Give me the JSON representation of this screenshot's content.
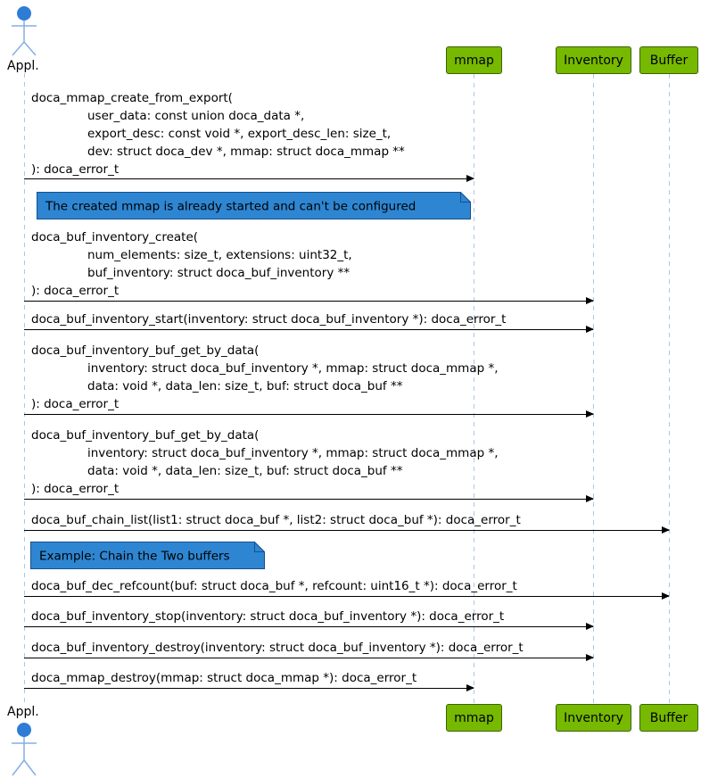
{
  "diagram_type": "uml-sequence-diagram",
  "actor": {
    "label": "Appl."
  },
  "participants": [
    {
      "label": "mmap"
    },
    {
      "label": "Inventory"
    },
    {
      "label": "Buffer"
    }
  ],
  "notes": [
    {
      "text": "The created mmap is already started and can't be configured"
    },
    {
      "text": "Example: Chain the Two buffers"
    }
  ],
  "messages": [
    {
      "from": "Appl.",
      "to": "mmap",
      "lines": [
        "doca_mmap_create_from_export(",
        "user_data: const union doca_data *,",
        "export_desc: const void *, export_desc_len: size_t,",
        "dev: struct doca_dev *, mmap: struct doca_mmap **",
        "): doca_error_t"
      ]
    },
    {
      "from": "Appl.",
      "to": "Inventory",
      "lines": [
        "doca_buf_inventory_create(",
        "num_elements: size_t, extensions: uint32_t,",
        "buf_inventory: struct doca_buf_inventory **",
        "): doca_error_t"
      ]
    },
    {
      "from": "Appl.",
      "to": "Inventory",
      "lines": [
        "doca_buf_inventory_start(inventory: struct doca_buf_inventory *): doca_error_t"
      ]
    },
    {
      "from": "Appl.",
      "to": "Inventory",
      "lines": [
        "doca_buf_inventory_buf_get_by_data(",
        "inventory: struct doca_buf_inventory *, mmap: struct doca_mmap *,",
        "data: void *, data_len: size_t, buf: struct doca_buf **",
        "): doca_error_t"
      ]
    },
    {
      "from": "Appl.",
      "to": "Inventory",
      "lines": [
        "doca_buf_inventory_buf_get_by_data(",
        "inventory: struct doca_buf_inventory *, mmap: struct doca_mmap *,",
        "data: void *, data_len: size_t, buf: struct doca_buf **",
        "): doca_error_t"
      ]
    },
    {
      "from": "Appl.",
      "to": "Buffer",
      "lines": [
        "doca_buf_chain_list(list1: struct doca_buf *, list2: struct doca_buf *): doca_error_t"
      ]
    },
    {
      "from": "Appl.",
      "to": "Buffer",
      "lines": [
        "doca_buf_dec_refcount(buf: struct doca_buf *, refcount: uint16_t *): doca_error_t"
      ]
    },
    {
      "from": "Appl.",
      "to": "Inventory",
      "lines": [
        "doca_buf_inventory_stop(inventory: struct doca_buf_inventory *): doca_error_t"
      ]
    },
    {
      "from": "Appl.",
      "to": "Inventory",
      "lines": [
        "doca_buf_inventory_destroy(inventory: struct doca_buf_inventory *): doca_error_t"
      ]
    },
    {
      "from": "Appl.",
      "to": "mmap",
      "lines": [
        "doca_mmap_destroy(mmap: struct doca_mmap *): doca_error_t"
      ]
    }
  ],
  "colors": {
    "participant_fill": "#76B900",
    "participant_border": "#3E6300",
    "note_fill": "#2E86D2",
    "note_border": "#14508C",
    "actor_head": "#2E7CD6",
    "actor_limbs": "#86ADE3",
    "lifeline": "#A9C7EE",
    "arrow": "#000000",
    "background": "#FFFFFF"
  }
}
